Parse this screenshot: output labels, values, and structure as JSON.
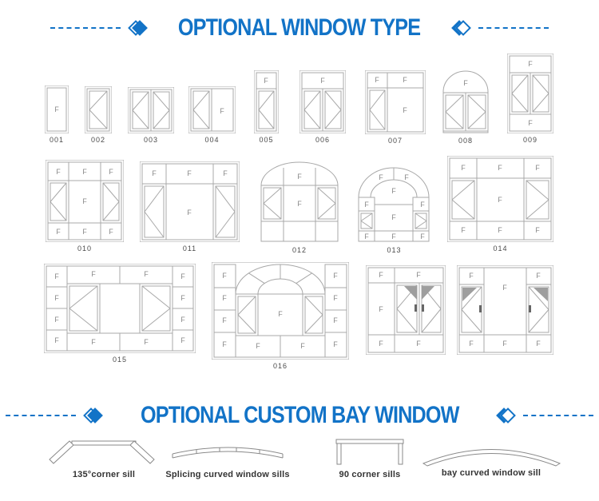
{
  "colors": {
    "accent": "#1273c7",
    "frame": "#a8a8a8",
    "shade": "#9e9e9e",
    "handle": "#666666",
    "f_mark": "#8a8a8a",
    "number_label": "#4a4a4a",
    "sill_stroke": "#8a8a8a",
    "sill_label": "#333333"
  },
  "header1": {
    "title": "OPTIONAL WINDOW TYPE"
  },
  "header2": {
    "title": "OPTIONAL CUSTOM BAY WINDOW"
  },
  "marks": {
    "fixed_pane": "F"
  },
  "windows": [
    {
      "id": "001",
      "label": "001"
    },
    {
      "id": "002",
      "label": "002"
    },
    {
      "id": "003",
      "label": "003"
    },
    {
      "id": "004",
      "label": "004"
    },
    {
      "id": "005",
      "label": "005"
    },
    {
      "id": "006",
      "label": "006"
    },
    {
      "id": "007",
      "label": "007"
    },
    {
      "id": "008",
      "label": "008"
    },
    {
      "id": "009",
      "label": "009"
    },
    {
      "id": "010",
      "label": "010"
    },
    {
      "id": "011",
      "label": "011"
    },
    {
      "id": "012",
      "label": "012"
    },
    {
      "id": "013",
      "label": "013"
    },
    {
      "id": "014",
      "label": "014"
    },
    {
      "id": "015",
      "label": "015"
    },
    {
      "id": "016",
      "label": "016"
    },
    {
      "id": "tt-double",
      "label": ""
    },
    {
      "id": "tt-sides",
      "label": ""
    }
  ],
  "sills": [
    {
      "label": "135°corner sill"
    },
    {
      "label": "Splicing curved window sills"
    },
    {
      "label": "90 corner sills"
    },
    {
      "label": "bay curved window sill"
    }
  ]
}
